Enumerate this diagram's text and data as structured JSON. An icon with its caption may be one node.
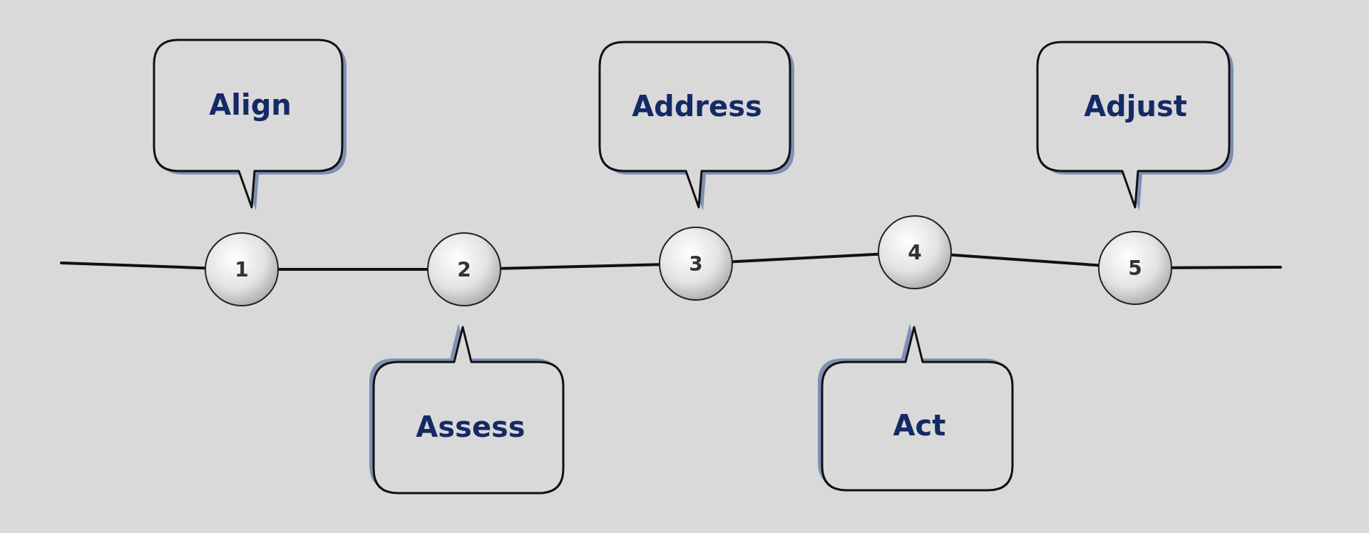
{
  "diagram": {
    "nodes": [
      {
        "text": [
          "1"
        ]
      },
      {
        "text": [
          "2"
        ]
      },
      {
        "text": [
          "3"
        ]
      },
      {
        "text": [
          "4"
        ]
      },
      {
        "text": [
          "5"
        ]
      },
      {
        "text": [
          "Align"
        ]
      },
      {
        "text": [
          "Assess"
        ]
      },
      {
        "text": [
          "Address"
        ]
      },
      {
        "text": [
          "Act"
        ]
      },
      {
        "text": [
          "Adjust"
        ]
      }
    ],
    "edges": [
      {
        "from": null,
        "to": 0,
        "arrow": "none"
      },
      {
        "from": 0,
        "to": 1,
        "arrow": "none"
      },
      {
        "from": 1,
        "to": 2,
        "arrow": "none"
      },
      {
        "from": 2,
        "to": 3,
        "arrow": "none"
      },
      {
        "from": 3,
        "to": 4,
        "arrow": "none"
      },
      {
        "from": 4,
        "to": null,
        "arrow": "none"
      }
    ]
  }
}
